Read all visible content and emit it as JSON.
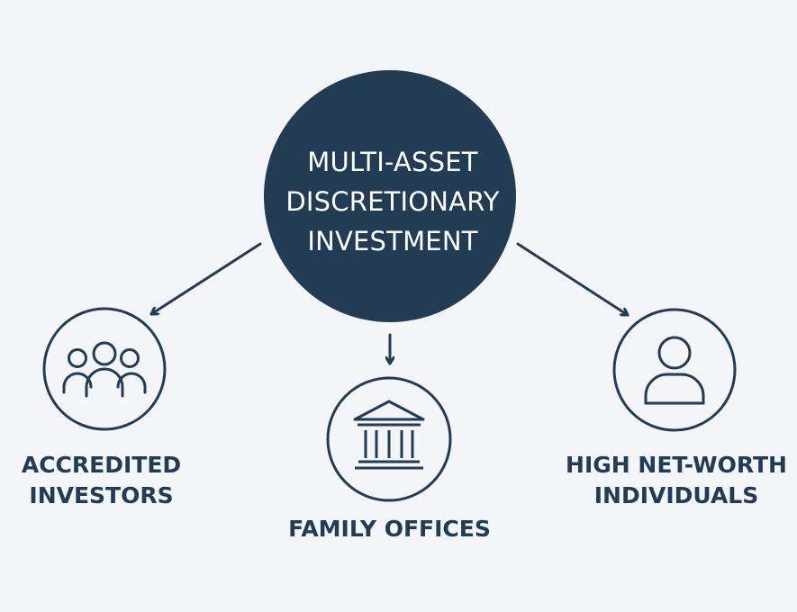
{
  "center": {
    "lines": [
      "MULTI-ASSET",
      "DISCRETIONARY",
      "INVESTMENT"
    ]
  },
  "nodes": {
    "accredited": {
      "lines": [
        "ACCREDITED",
        "INVESTORS"
      ],
      "icon": "people-group-icon"
    },
    "family": {
      "lines": [
        "FAMILY OFFICES"
      ],
      "icon": "bank-building-icon"
    },
    "hnwi": {
      "lines": [
        "HIGH NET-WORTH",
        "INDIVIDUALS"
      ],
      "icon": "person-icon"
    }
  },
  "colors": {
    "background": "#f3f5f8",
    "primary": "#223c55"
  }
}
